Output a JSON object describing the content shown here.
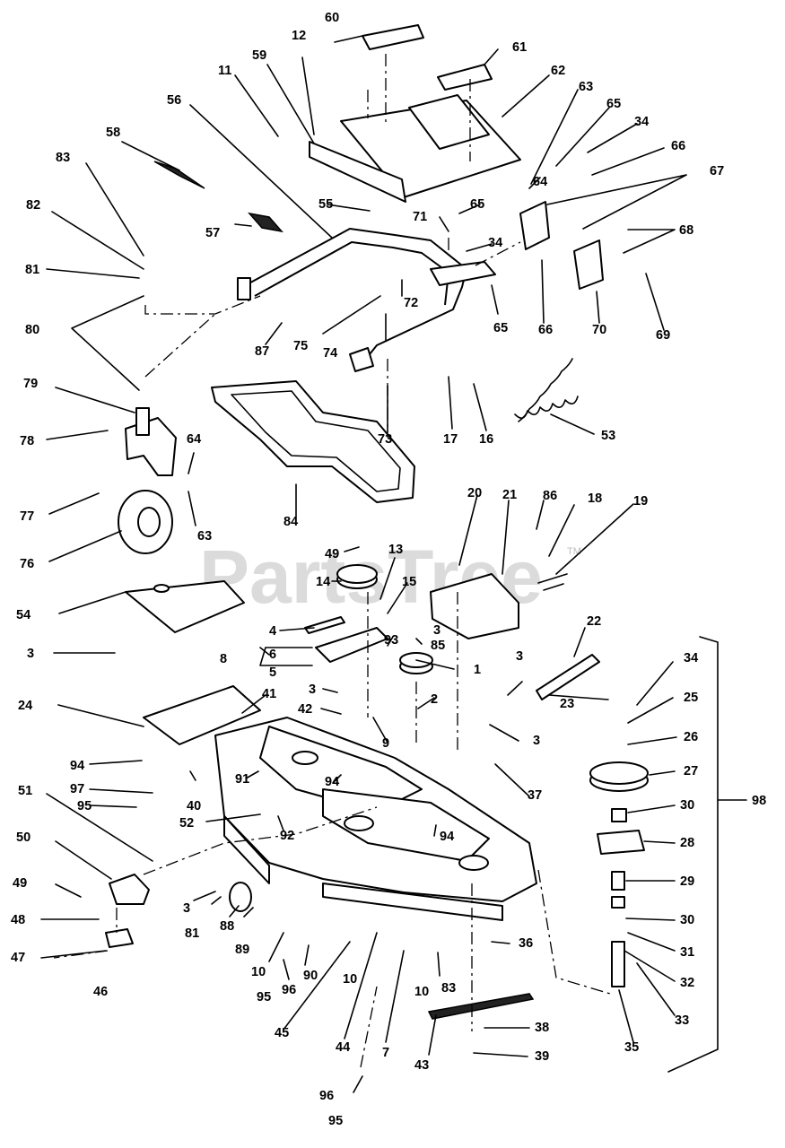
{
  "watermark": {
    "text": "PartsTree",
    "trademark": "TM"
  },
  "callouts": [
    "1",
    "2",
    "3",
    "4",
    "5",
    "6",
    "7",
    "8",
    "9",
    "10",
    "11",
    "12",
    "13",
    "14",
    "15",
    "16",
    "17",
    "18",
    "19",
    "20",
    "21",
    "22",
    "23",
    "24",
    "25",
    "26",
    "27",
    "28",
    "29",
    "30",
    "31",
    "32",
    "33",
    "34",
    "35",
    "36",
    "37",
    "38",
    "39",
    "40",
    "41",
    "42",
    "43",
    "44",
    "45",
    "46",
    "47",
    "48",
    "49",
    "50",
    "51",
    "52",
    "53",
    "54",
    "55",
    "56",
    "57",
    "58",
    "59",
    "60",
    "61",
    "62",
    "63",
    "64",
    "65",
    "66",
    "67",
    "68",
    "69",
    "70",
    "71",
    "72",
    "73",
    "74",
    "75",
    "76",
    "77",
    "78",
    "79",
    "80",
    "81",
    "82",
    "83",
    "84",
    "85",
    "86",
    "87",
    "88",
    "89",
    "90",
    "91",
    "92",
    "93",
    "94",
    "95",
    "96",
    "97",
    "98"
  ]
}
